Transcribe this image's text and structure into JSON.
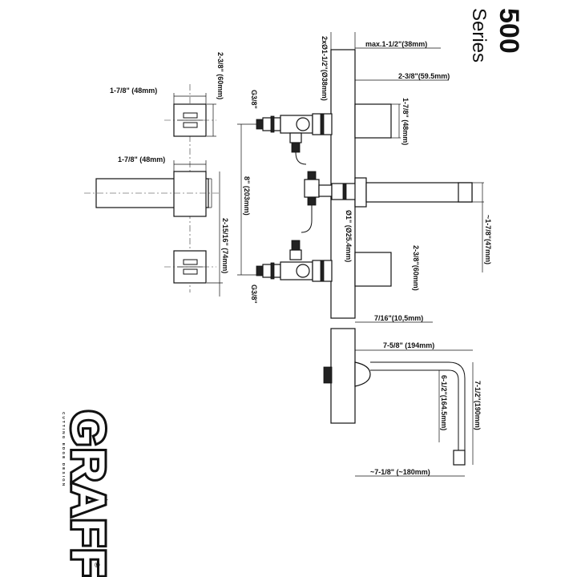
{
  "title": {
    "series_number": "500",
    "series_label": "Series"
  },
  "brand": {
    "name": "GRAFF",
    "tagline": "CUTTING EDGE DESIGN",
    "registered": "®"
  },
  "dimensions": {
    "handle_height": "2-3/8\" (60mm)",
    "handle_width_top": "1-7/8\" (48mm)",
    "spout_width_top": "1-7/8\" (48mm)",
    "spout_depth_top": "2-15/16\" (74mm)",
    "connection_top": "G3/8\"",
    "connection_bottom": "G3/8\"",
    "center_spacing": "8\" (203mm)",
    "pipe_diameter": "2xØ1-1/2\"(Ø38mm)",
    "max_thickness": "max.1-1/2\"(38mm)",
    "flange_projection": "2-3/8\"(59.5mm)",
    "handle_side_height": "1-7/8\" (48mm)",
    "spout_diameter": "Ø1\" (Ø25.4mm)",
    "spout_height_side": "~1-7/8\"(47mm)",
    "handle_side_60": "2-3/8\"(60mm)",
    "flange_thickness": "7/16\"(10,5mm)",
    "spout_reach": "7-5/8\" (194mm)",
    "spout_drop": "6-1/2\"(164.5mm)",
    "spout_total_height": "7-1/2\"(190mm)",
    "spout_reach_bottom": "~7-1/8\" (~180mm)"
  }
}
